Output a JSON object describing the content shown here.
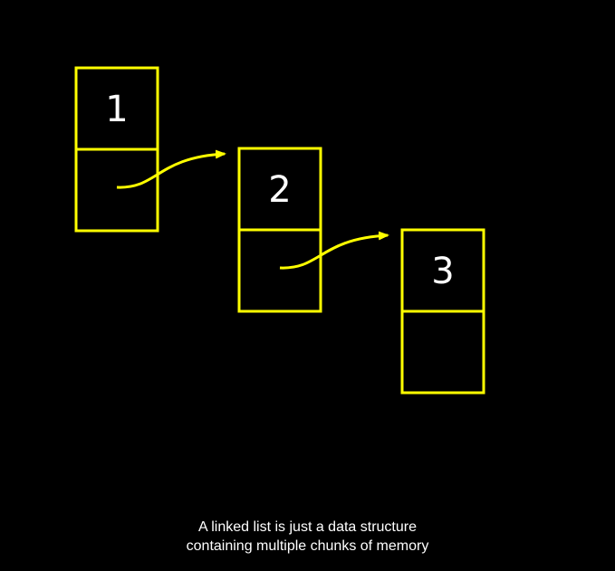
{
  "colors": {
    "background": "#000000",
    "box_stroke": "#ffff00",
    "arrow": "#ffff00",
    "value_text": "#ffffff",
    "caption_text": "#ffffff"
  },
  "nodes": [
    {
      "value": "1",
      "next": 1
    },
    {
      "value": "2",
      "next": 2
    },
    {
      "value": "3",
      "next": null
    }
  ],
  "caption": {
    "line1": "A linked list is just a data structure",
    "line2": "containing multiple chunks of memory"
  }
}
